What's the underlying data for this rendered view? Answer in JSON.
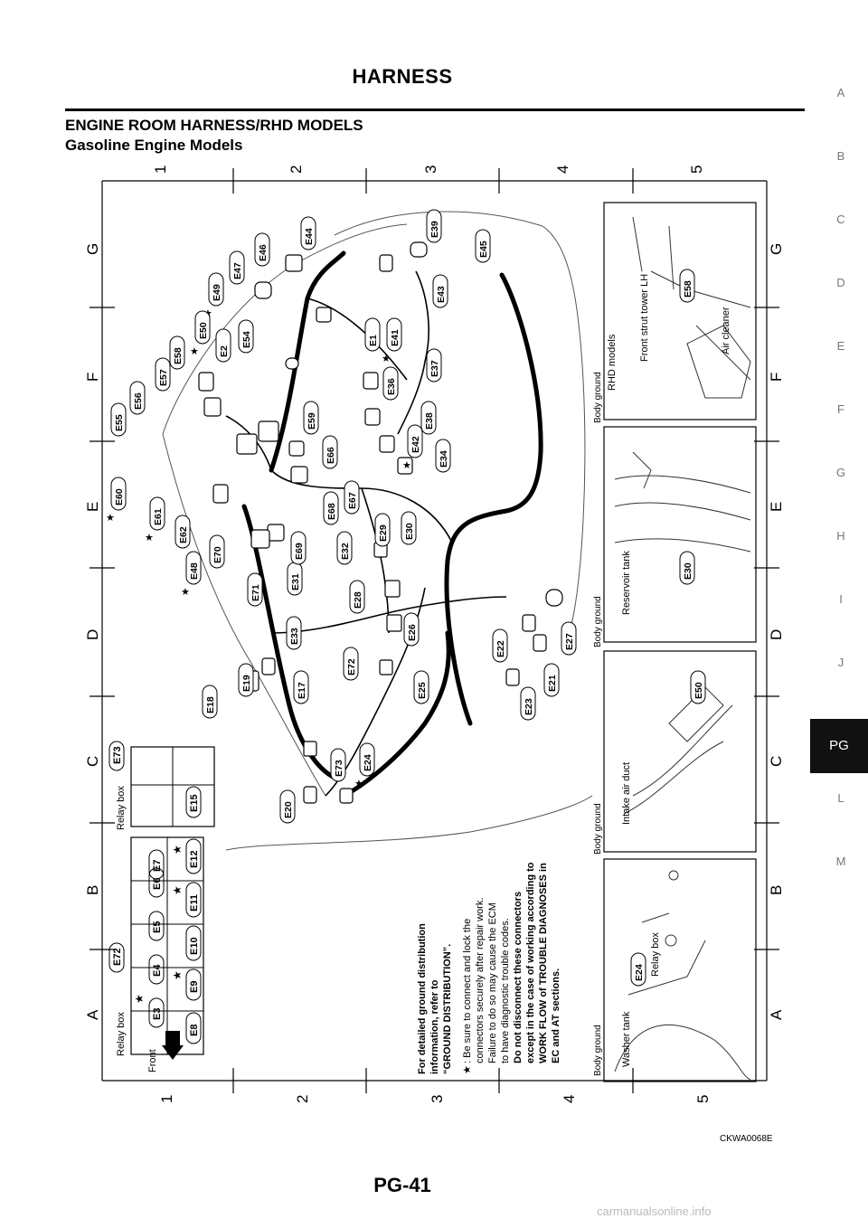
{
  "header": {
    "title": "HARNESS"
  },
  "section": {
    "title": "ENGINE ROOM HARNESS/RHD MODELS",
    "subtitle": "Gasoline Engine Models"
  },
  "grid": {
    "cols": [
      "1",
      "2",
      "3",
      "4",
      "5"
    ],
    "rows": [
      "A",
      "B",
      "C",
      "D",
      "E",
      "F",
      "G"
    ]
  },
  "relay_box_e72": {
    "label": "Relay box",
    "connector": "E72",
    "row1": [
      "E3",
      "E4",
      "E5",
      "E6",
      "E7"
    ],
    "row2": [
      "E8",
      "E9",
      "E10",
      "E11",
      "E12"
    ]
  },
  "relay_box_e73": {
    "label": "Relay box",
    "connector": "E73",
    "inner": "E15"
  },
  "front_label": "Front",
  "notes": {
    "ground": [
      "For detailed ground distribution",
      "information, refer to",
      "“GROUND DISTRIBUTION”."
    ],
    "star": [
      ": Be sure to connect and lock the",
      "connectors securely after repair work.",
      "Failure to do so may cause the ECM",
      "to have diagnostic trouble codes."
    ],
    "warning": [
      "Do not disconnect these connectors",
      "except in the case of working according to",
      "WORK FLOW of TROUBLE DIAGNOSES in",
      "EC and AT sections."
    ]
  },
  "insets": [
    {
      "caption": "Body ground",
      "labels": [
        "Washer tank",
        "Relay box"
      ],
      "connector": "E24"
    },
    {
      "caption": "Body ground",
      "labels": [
        "Intake air duct"
      ],
      "connector": "E50"
    },
    {
      "caption": "Body ground",
      "labels": [
        "Reservoir tank"
      ],
      "connector": "E30"
    },
    {
      "caption": "Body ground",
      "labels": [
        "RHD models",
        "Front strut tower LH",
        "Air cleaner"
      ],
      "connector": "E58"
    }
  ],
  "connectors": [
    "E1",
    "E2",
    "E17",
    "E18",
    "E19",
    "E20",
    "E21",
    "E22",
    "E23",
    "E24",
    "E25",
    "E26",
    "E27",
    "E28",
    "E29",
    "E30",
    "E31",
    "E32",
    "E33",
    "E34",
    "E36",
    "E37",
    "E38",
    "E39",
    "E41",
    "E42",
    "E43",
    "E44",
    "E45",
    "E46",
    "E47",
    "E48",
    "E49",
    "E50",
    "E54",
    "E55",
    "E56",
    "E57",
    "E58",
    "E59",
    "E60",
    "E61",
    "E62",
    "E66",
    "E67",
    "E68",
    "E69",
    "E70",
    "E71",
    "E72",
    "E73"
  ],
  "figure_code": "CKWA0068E",
  "footer": {
    "page": "PG-41"
  },
  "index_tabs": [
    "A",
    "B",
    "C",
    "D",
    "E",
    "F",
    "G",
    "H",
    "I",
    "J",
    "PG",
    "L",
    "M"
  ],
  "index_active": "PG",
  "watermark": "carmanualsonline.info"
}
